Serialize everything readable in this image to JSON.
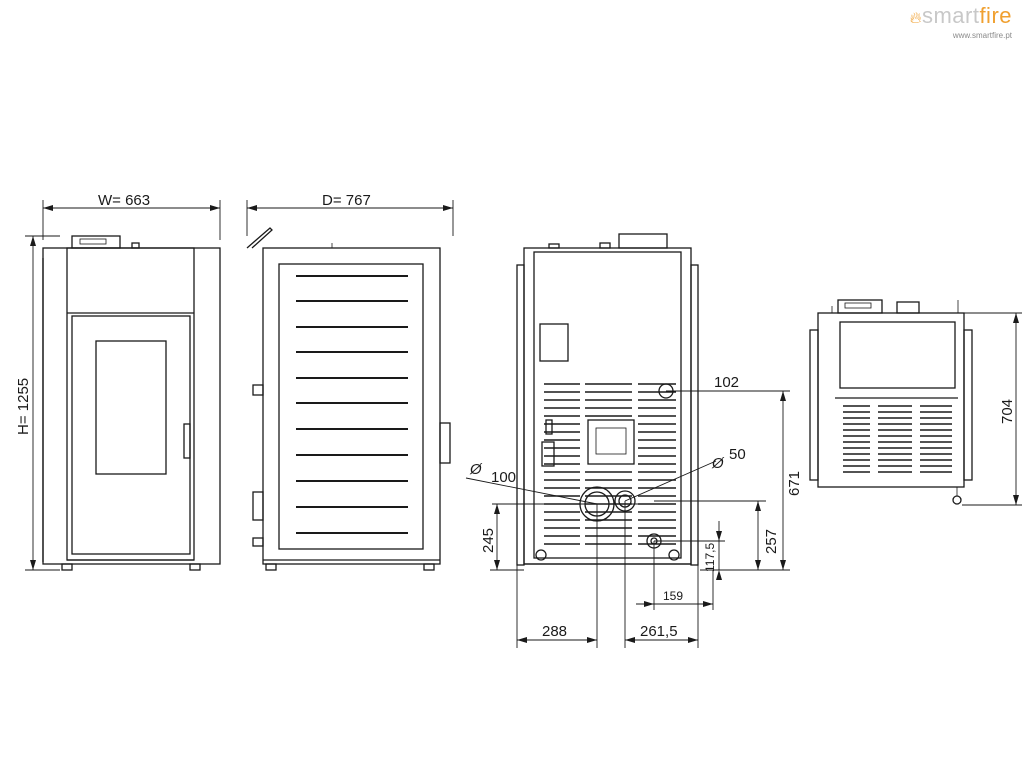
{
  "brand": {
    "name_part1": "smart",
    "name_part2": "fire",
    "url": "www.smartfire.pt",
    "accent_color": "#f0a030",
    "grey_color": "#c8c8c8"
  },
  "dimensions": {
    "width": "W=  663",
    "depth": "D=  767",
    "height": "H=  1255",
    "d102": "102",
    "d671": "671",
    "phi100": "100",
    "phi50": "50",
    "d245": "245",
    "d257": "257",
    "d117_5": "117,5",
    "d159": "159",
    "d288": "288",
    "d261_5": "261,5",
    "d704": "704"
  },
  "symbols": {
    "diameter": "Ø"
  }
}
